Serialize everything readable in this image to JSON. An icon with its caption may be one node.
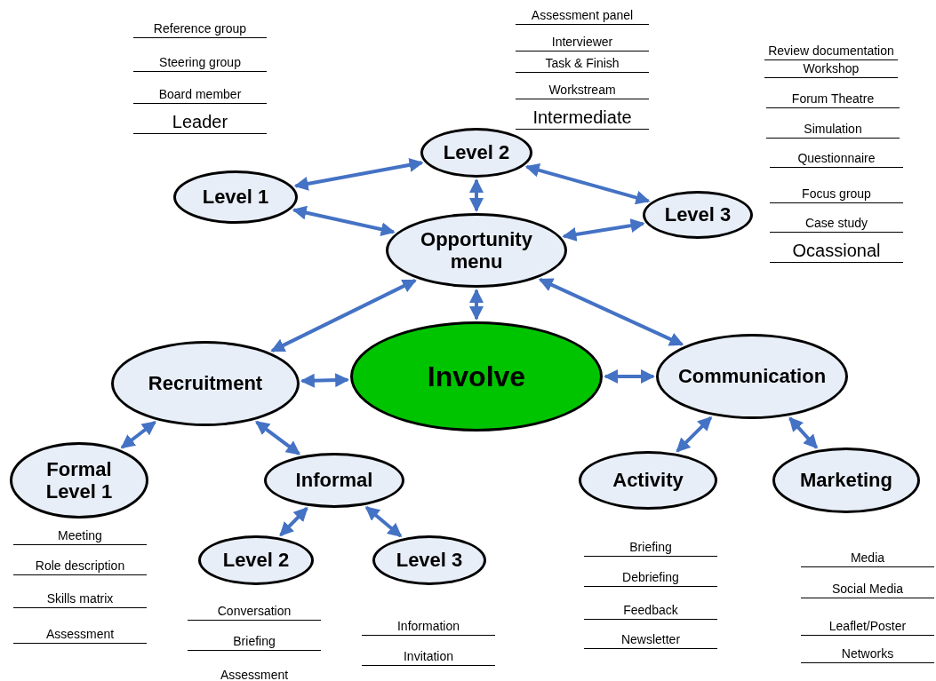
{
  "diagram": {
    "nodes": [
      {
        "text": [
          "Level 1"
        ]
      },
      {
        "text": [
          "Level 2"
        ]
      },
      {
        "text": [
          "Level 3"
        ]
      },
      {
        "text": [
          "Opportunity menu"
        ]
      },
      {
        "text": [
          "Recruitment"
        ]
      },
      {
        "text": [
          "Involve"
        ]
      },
      {
        "text": [
          "Communication"
        ]
      },
      {
        "text": [
          "Formal Level 1"
        ]
      },
      {
        "text": [
          "Informal"
        ]
      },
      {
        "text": [
          "Activity"
        ]
      },
      {
        "text": [
          "Marketing"
        ]
      },
      {
        "text": [
          "Level 2"
        ]
      },
      {
        "text": [
          "Level 3"
        ]
      }
    ],
    "edges": [
      {
        "from": 0,
        "to": 1,
        "arrow": "both"
      },
      {
        "from": 1,
        "to": 2,
        "arrow": "both"
      },
      {
        "from": 0,
        "to": 3,
        "arrow": "both"
      },
      {
        "from": 1,
        "to": 3,
        "arrow": "both"
      },
      {
        "from": 2,
        "to": 3,
        "arrow": "both"
      },
      {
        "from": 3,
        "to": 4,
        "arrow": "both"
      },
      {
        "from": 3,
        "to": 5,
        "arrow": "both"
      },
      {
        "from": 3,
        "to": 6,
        "arrow": "both"
      },
      {
        "from": 4,
        "to": 5,
        "arrow": "both"
      },
      {
        "from": 5,
        "to": 6,
        "arrow": "both"
      },
      {
        "from": 4,
        "to": 7,
        "arrow": "both"
      },
      {
        "from": 4,
        "to": 8,
        "arrow": "both"
      },
      {
        "from": 6,
        "to": 9,
        "arrow": "both"
      },
      {
        "from": 6,
        "to": 10,
        "arrow": "both"
      },
      {
        "from": 8,
        "to": 11,
        "arrow": "both"
      },
      {
        "from": 8,
        "to": 12,
        "arrow": "both"
      }
    ],
    "labels": [
      "Reference group",
      "Steering group",
      "Board member",
      "Leader",
      "Assessment panel",
      "Interviewer",
      "Task & Finish",
      "Workstream",
      "Intermediate",
      "Review documentation",
      "Workshop",
      "Forum Theatre",
      "Simulation",
      "Questionnaire",
      "Focus group",
      "Case study",
      "Ocassional",
      "Meeting",
      "Role description",
      "Skills matrix",
      "Assessment",
      "Conversation",
      "Briefing",
      "Assessment",
      "Information",
      "Invitation",
      "Briefing",
      "Debriefing",
      "Feedback",
      "Newsletter",
      "Media",
      "Social Media",
      "Leaflet/Poster",
      "Networks"
    ]
  }
}
